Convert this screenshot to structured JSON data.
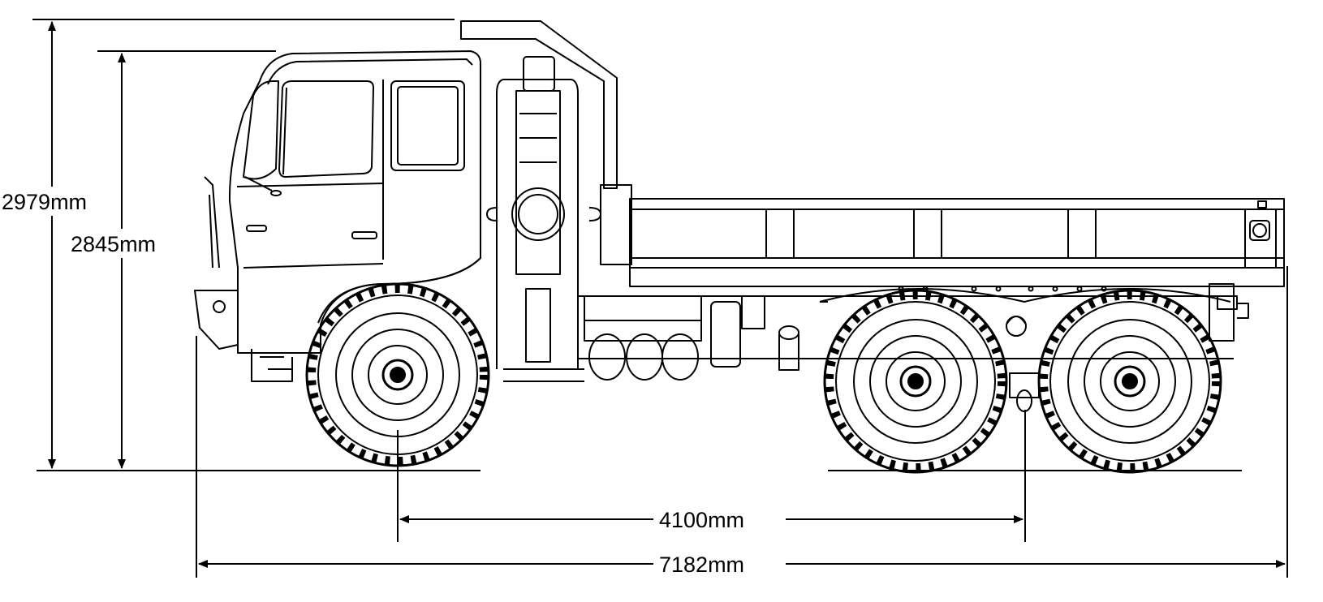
{
  "dimensions": {
    "overall_height": "2979mm",
    "cab_height": "2845mm",
    "wheelbase": "4100mm",
    "overall_length": "7182mm"
  },
  "colors": {
    "line": "#000000",
    "background": "#ffffff"
  }
}
